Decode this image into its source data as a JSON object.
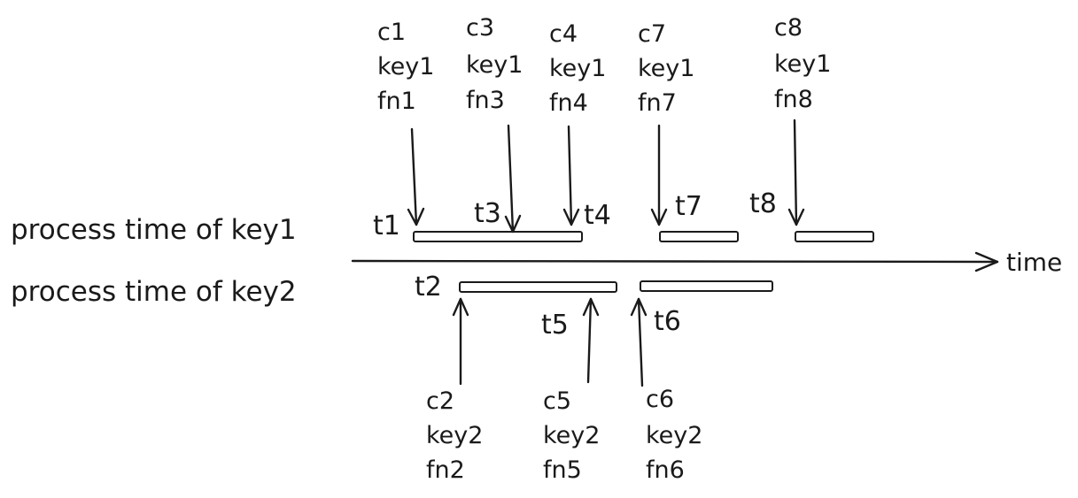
{
  "rows": {
    "key1": "process time of key1",
    "key2": "process time of key2"
  },
  "axis": {
    "label": "time"
  },
  "ticks": {
    "t1": "t1",
    "t2": "t2",
    "t3": "t3",
    "t4": "t4",
    "t5": "t5",
    "t6": "t6",
    "t7": "t7",
    "t8": "t8"
  },
  "calls": {
    "c1": {
      "id": "c1",
      "key": "key1",
      "fn": "fn1"
    },
    "c2": {
      "id": "c2",
      "key": "key2",
      "fn": "fn2"
    },
    "c3": {
      "id": "c3",
      "key": "key1",
      "fn": "fn3"
    },
    "c4": {
      "id": "c4",
      "key": "key1",
      "fn": "fn4"
    },
    "c5": {
      "id": "c5",
      "key": "key2",
      "fn": "fn5"
    },
    "c6": {
      "id": "c6",
      "key": "key2",
      "fn": "fn6"
    },
    "c7": {
      "id": "c7",
      "key": "key1",
      "fn": "fn7"
    },
    "c8": {
      "id": "c8",
      "key": "key1",
      "fn": "fn8"
    }
  }
}
